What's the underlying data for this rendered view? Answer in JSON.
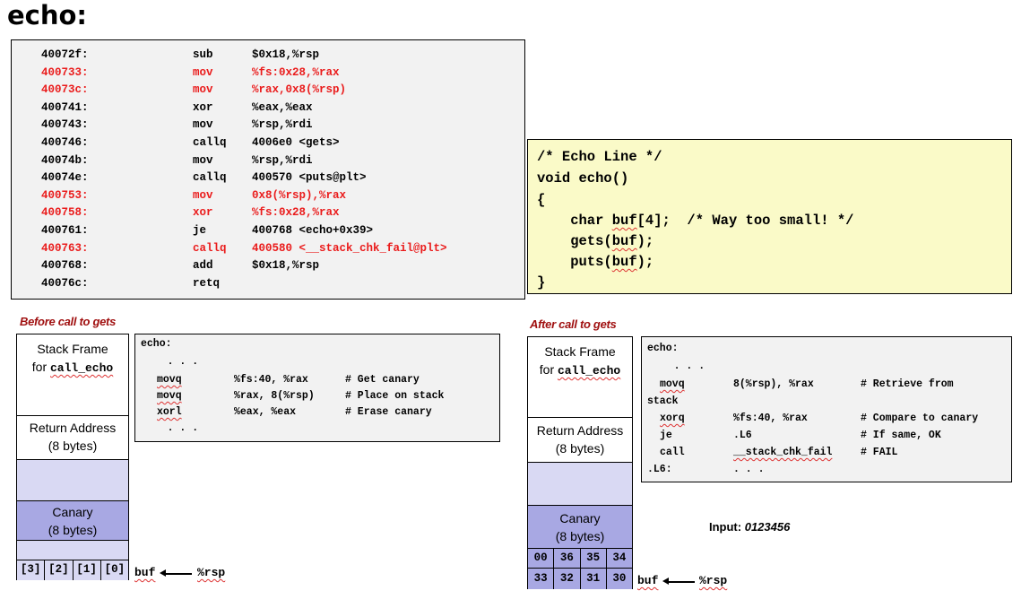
{
  "title": "echo:",
  "asm": [
    {
      "addr": "40072f:",
      "op": "sub",
      "args": "$0x18,%rsp",
      "red": false
    },
    {
      "addr": "400733:",
      "op": "mov",
      "args": "%fs:0x28,%rax",
      "red": true
    },
    {
      "addr": "40073c:",
      "op": "mov",
      "args": "%rax,0x8(%rsp)",
      "red": true
    },
    {
      "addr": "400741:",
      "op": "xor",
      "args": "%eax,%eax",
      "red": false
    },
    {
      "addr": "400743:",
      "op": "mov",
      "args": "%rsp,%rdi",
      "red": false
    },
    {
      "addr": "400746:",
      "op": "callq",
      "args": "4006e0 <gets>",
      "red": false
    },
    {
      "addr": "40074b:",
      "op": "mov",
      "args": "%rsp,%rdi",
      "red": false
    },
    {
      "addr": "40074e:",
      "op": "callq",
      "args": "400570 <puts@plt>",
      "red": false
    },
    {
      "addr": "400753:",
      "op": "mov",
      "args": "0x8(%rsp),%rax",
      "red": true
    },
    {
      "addr": "400758:",
      "op": "xor",
      "args": "%fs:0x28,%rax",
      "red": true
    },
    {
      "addr": "400761:",
      "op": "je",
      "args": "400768 <echo+0x39>",
      "red": false
    },
    {
      "addr": "400763:",
      "op": "callq",
      "args": "400580 <__stack_chk_fail@plt>",
      "red": true
    },
    {
      "addr": "400768:",
      "op": "add",
      "args": "$0x18,%rsp",
      "red": false
    },
    {
      "addr": "40076c:",
      "op": "retq",
      "args": "",
      "red": false
    }
  ],
  "code": {
    "l1": "/* Echo Line */",
    "l2": "void echo()",
    "l3": "{",
    "l4a": "    char ",
    "l4b": "buf",
    "l4c": "[4];  /* Way too small! */",
    "l5a": "    gets(",
    "l5b": "buf",
    "l5c": ");",
    "l6a": "    puts(",
    "l6b": "buf",
    "l6c": ");",
    "l7": "}"
  },
  "before": {
    "caption": "Before call to gets",
    "frame_l1": "Stack Frame",
    "frame_l2a": "for ",
    "frame_l2b": "call_echo",
    "ret_l1": "Return Address",
    "ret_l2": "(8 bytes)",
    "can_l1": "Canary",
    "can_l2": "(8 bytes)",
    "bytes": [
      "[3]",
      "[2]",
      "[1]",
      "[0]"
    ],
    "buf": "buf",
    "rsp": "%rsp",
    "code": {
      "b1": "echo:",
      "b2": "    . . .",
      "b3_op": "movq",
      "b3_arg": "%fs:40, %rax",
      "b3_c": "# Get canary",
      "b4_op": "movq",
      "b4_arg": "%rax, 8(%rsp)",
      "b4_c": "# Place on stack",
      "b5_op": "xorl",
      "b5_arg": "%eax, %eax",
      "b5_c": "# Erase canary",
      "b6": "    . . ."
    }
  },
  "after": {
    "caption": "After call to gets",
    "frame_l1": "Stack Frame",
    "frame_l2a": "for ",
    "frame_l2b": "call_echo",
    "ret_l1": "Return Address",
    "ret_l2": "(8 bytes)",
    "can_l1": "Canary",
    "can_l2": "(8 bytes)",
    "bytes_top": [
      "00",
      "36",
      "35",
      "34"
    ],
    "bytes_bot": [
      "33",
      "32",
      "31",
      "30"
    ],
    "buf": "buf",
    "rsp": "%rsp",
    "input_label": "Input: ",
    "input_value": "0123456",
    "code": {
      "a1": "echo:",
      "a2": "    . . .",
      "a3_op": "movq",
      "a3_arg": "8(%rsp), %rax",
      "a3_c": "# Retrieve from",
      "a3_wrap": "stack",
      "a4_op": "xorq",
      "a4_arg": "%fs:40, %rax",
      "a4_c": "# Compare to canary",
      "a5_op": "je",
      "a5_arg": ".L6",
      "a5_c": "# If same, OK",
      "a6_op": "call",
      "a6_arg": "__stack_chk_fail",
      "a6_c": "# FAIL",
      "a7_l": ".L6:",
      "a7_r": ". . ."
    }
  }
}
